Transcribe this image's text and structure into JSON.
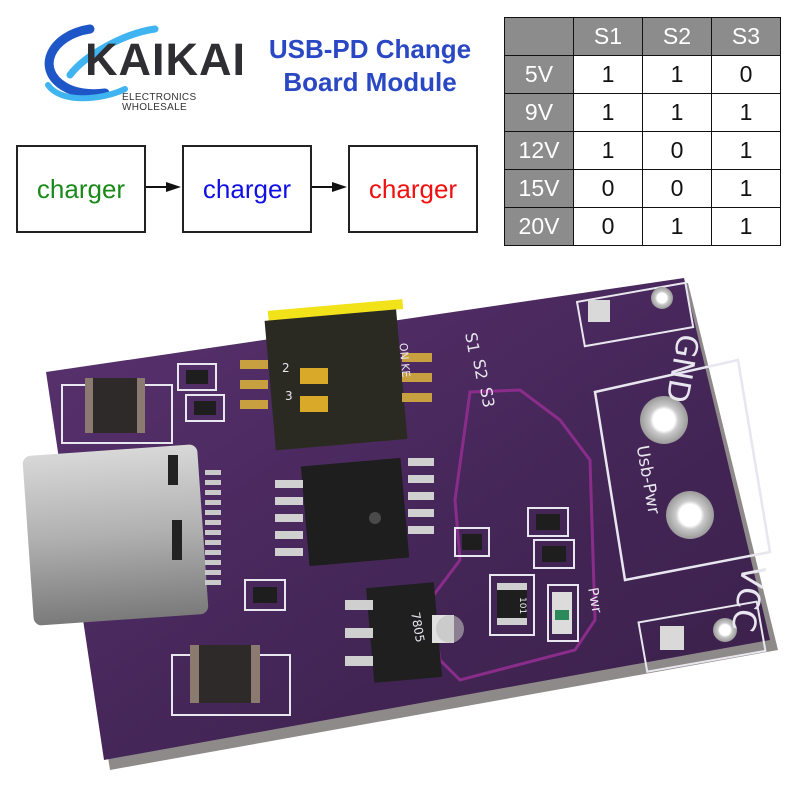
{
  "logo": {
    "brand": "KAIKAI",
    "tagline": "ELECTRONICS WHOLESALE",
    "colors": {
      "ring_dark": "#1e56c8",
      "ring_light": "#3fb4f0",
      "text": "#2f2f33"
    }
  },
  "title": {
    "line1": "USB-PD Change",
    "line2": "Board Module",
    "color": "#2a48c4"
  },
  "flow": {
    "boxes": [
      {
        "label": "charger",
        "color": "#1a8a1a"
      },
      {
        "label": "charger",
        "color": "#1010e6"
      },
      {
        "label": "charger",
        "color": "#f01010"
      }
    ],
    "arrow_icon": "right-arrow-icon"
  },
  "voltage_table": {
    "columns": [
      "",
      "S1",
      "S2",
      "S3"
    ],
    "rows": [
      {
        "voltage": "5V",
        "s1": "1",
        "s2": "1",
        "s3": "0"
      },
      {
        "voltage": "9V",
        "s1": "1",
        "s2": "1",
        "s3": "1"
      },
      {
        "voltage": "12V",
        "s1": "1",
        "s2": "0",
        "s3": "1"
      },
      {
        "voltage": "15V",
        "s1": "0",
        "s2": "0",
        "s3": "1"
      },
      {
        "voltage": "20V",
        "s1": "0",
        "s2": "1",
        "s3": "1"
      }
    ],
    "header_bg": "#8c8c8c"
  },
  "board": {
    "pcb_color": "#4a2a5e",
    "silkscreen": {
      "gnd": "GND",
      "vcc": "VCC",
      "usb_pwr": "Usb-Pwr",
      "pwr": "Pwr",
      "s1": "S1",
      "s2": "S2",
      "s3": "S3",
      "dip_on": "ON KE",
      "dip_2": "2",
      "dip_3": "3",
      "resistor_code": "101",
      "regulator_code": "7805"
    }
  }
}
